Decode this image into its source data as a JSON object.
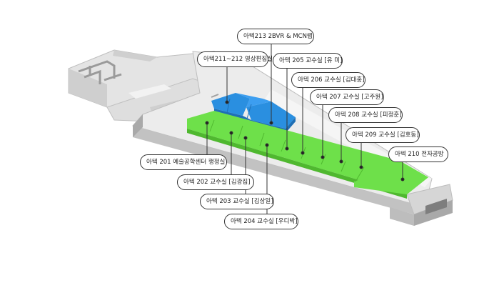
{
  "colors": {
    "room_green": "#6ee04a",
    "room_green_side": "#4fb82f",
    "room_blue": "#2a8fe0",
    "room_blue_side": "#1f6fb5",
    "floor": "#e6e6e6",
    "wall": "#a9a9a9",
    "label_border": "#333333"
  },
  "floorplan": {
    "labels": {
      "r201": "아텍 201 예술공학센터 행정실",
      "r202": "아텍 202 교수실 [김광집]",
      "r203": "아텍 203 교수실 [김상일]",
      "r204": "아텍 204 교수실 [우디박]",
      "r205": "아텍 205 교수실 [유 미]",
      "r206": "아텍 206 교수실 [김대홍]",
      "r207": "아텍 207 교수실 [고주원]",
      "r208": "아텍 208 교수실 [피정훈]",
      "r209": "아텍 209 교수실 [김호동]",
      "r210": "아텍 210 전자공방",
      "r211": "아텍211~212 영상편집실",
      "r213": "아텍213 2BVR & MCN랩"
    }
  }
}
